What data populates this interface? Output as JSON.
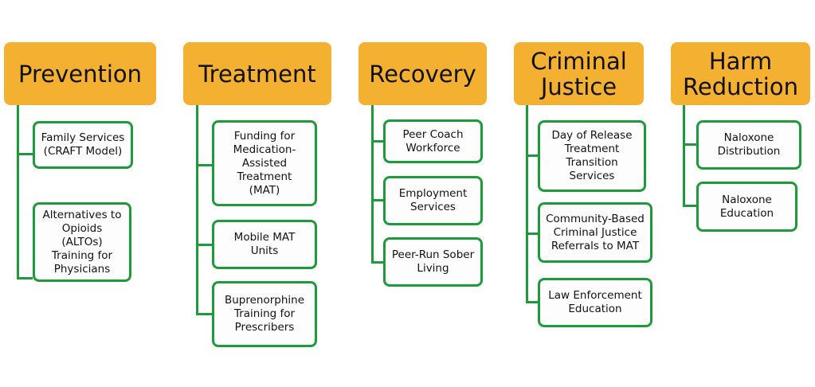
{
  "colors": {
    "header_fill": "#f4b030",
    "connector": "#1f9a3a",
    "item_border": "#1f9a3a"
  },
  "columns": [
    {
      "title": "Prevention",
      "items": [
        "Family Services\n(CRAFT Model)",
        "Alternatives to\nOpioids\n(ALTOs)\nTraining for\nPhysicians"
      ]
    },
    {
      "title": "Treatment",
      "items": [
        "Funding for\nMedication-\nAssisted\nTreatment\n(MAT)",
        "Mobile MAT\nUnits",
        "Buprenorphine\nTraining for\nPrescribers"
      ]
    },
    {
      "title": "Recovery",
      "items": [
        "Peer Coach\nWorkforce",
        "Employment\nServices",
        "Peer-Run Sober\nLiving"
      ]
    },
    {
      "title": "Criminal\nJustice",
      "items": [
        "Day of Release\nTreatment\nTransition\nServices",
        "Community-Based\nCriminal Justice\nReferrals to MAT",
        "Law Enforcement\nEducation"
      ]
    },
    {
      "title": "Harm\nReduction",
      "items": [
        "Naloxone\nDistribution",
        "Naloxone\nEducation"
      ]
    }
  ]
}
